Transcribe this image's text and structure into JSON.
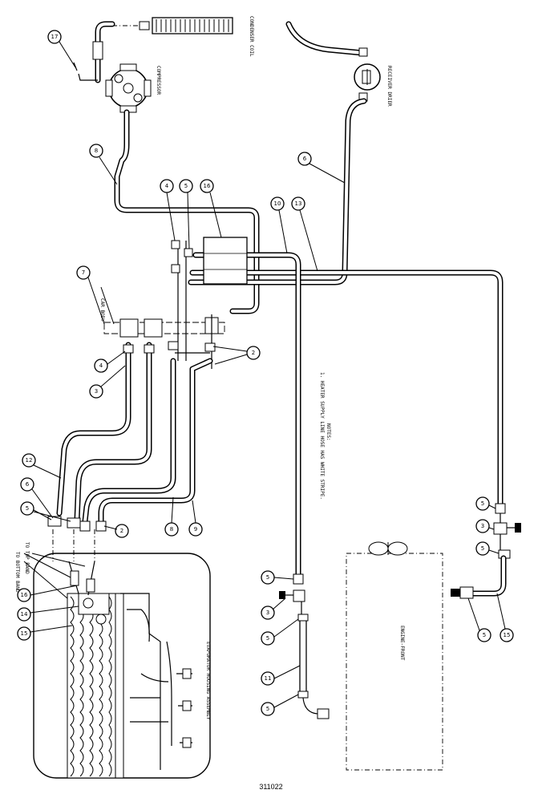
{
  "figure_number": "311022",
  "labels": {
    "condenser_coil": "CONDENSER COIL",
    "compressor": "COMPRESSOR",
    "receiver_drier": "RECEIVER DRIER",
    "car_body": "CAR BODY",
    "evaporator_housing_assembly": "EVAPORATOR HOUSING ASSEMBLY",
    "to_bottom_band": "TO BOTTOM BAND",
    "to_top_band": "TO TOP BAND",
    "engine_front": "ENGINE-FRONT",
    "notes_title": "NOTES:",
    "note_1": "1. HEATER SUPPLY LINE HOSE HAS WHITE STRIPE."
  },
  "callouts": [
    "17",
    "8",
    "4",
    "5",
    "16",
    "7",
    "10",
    "13",
    "6",
    "4",
    "3",
    "2",
    "12",
    "6",
    "5",
    "2",
    "8",
    "9",
    "5",
    "3",
    "5",
    "5",
    "15",
    "5",
    "3",
    "5",
    "11",
    "5",
    "16",
    "14",
    "15"
  ]
}
